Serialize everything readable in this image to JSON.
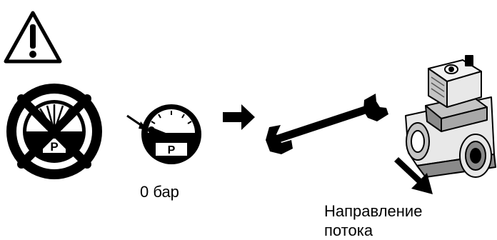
{
  "labels": {
    "pressure": "0 бар",
    "flow_line1": "Направление",
    "flow_line2": "потока"
  },
  "gauge_letter": "P",
  "colors": {
    "ink": "#000000",
    "background": "#ffffff",
    "valve_light": "#e8e8e8",
    "valve_mid": "#c4c4c4",
    "valve_dark": "#8a8a8a"
  }
}
